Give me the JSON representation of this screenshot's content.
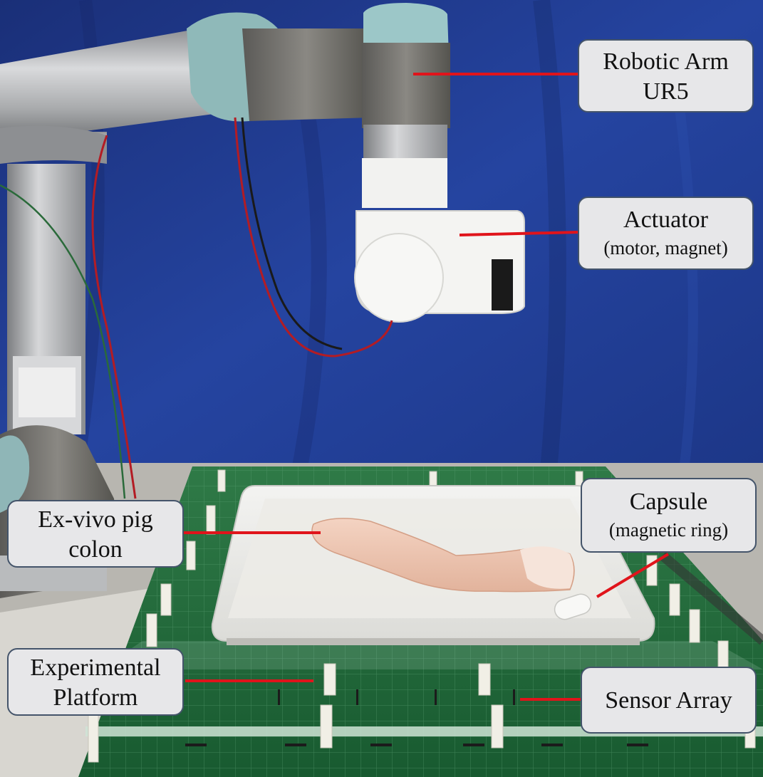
{
  "callouts": {
    "robotic_arm": {
      "line1": "Robotic Arm",
      "line2": "UR5"
    },
    "actuator": {
      "line1": "Actuator",
      "line2": "(motor, magnet)"
    },
    "capsule": {
      "line1": "Capsule",
      "line2": "(magnetic ring)"
    },
    "pig_colon": {
      "line1": "Ex-vivo pig",
      "line2": "colon"
    },
    "platform": {
      "line1": "Experimental",
      "line2": "Platform"
    },
    "sensor_array": {
      "line1": "Sensor Array"
    }
  },
  "colors": {
    "backdrop": "#1f3a8c",
    "leader_line": "#e0141b",
    "callout_fill": "#e7e7e9",
    "callout_border": "#44546a",
    "board": "#1f6b3a"
  }
}
